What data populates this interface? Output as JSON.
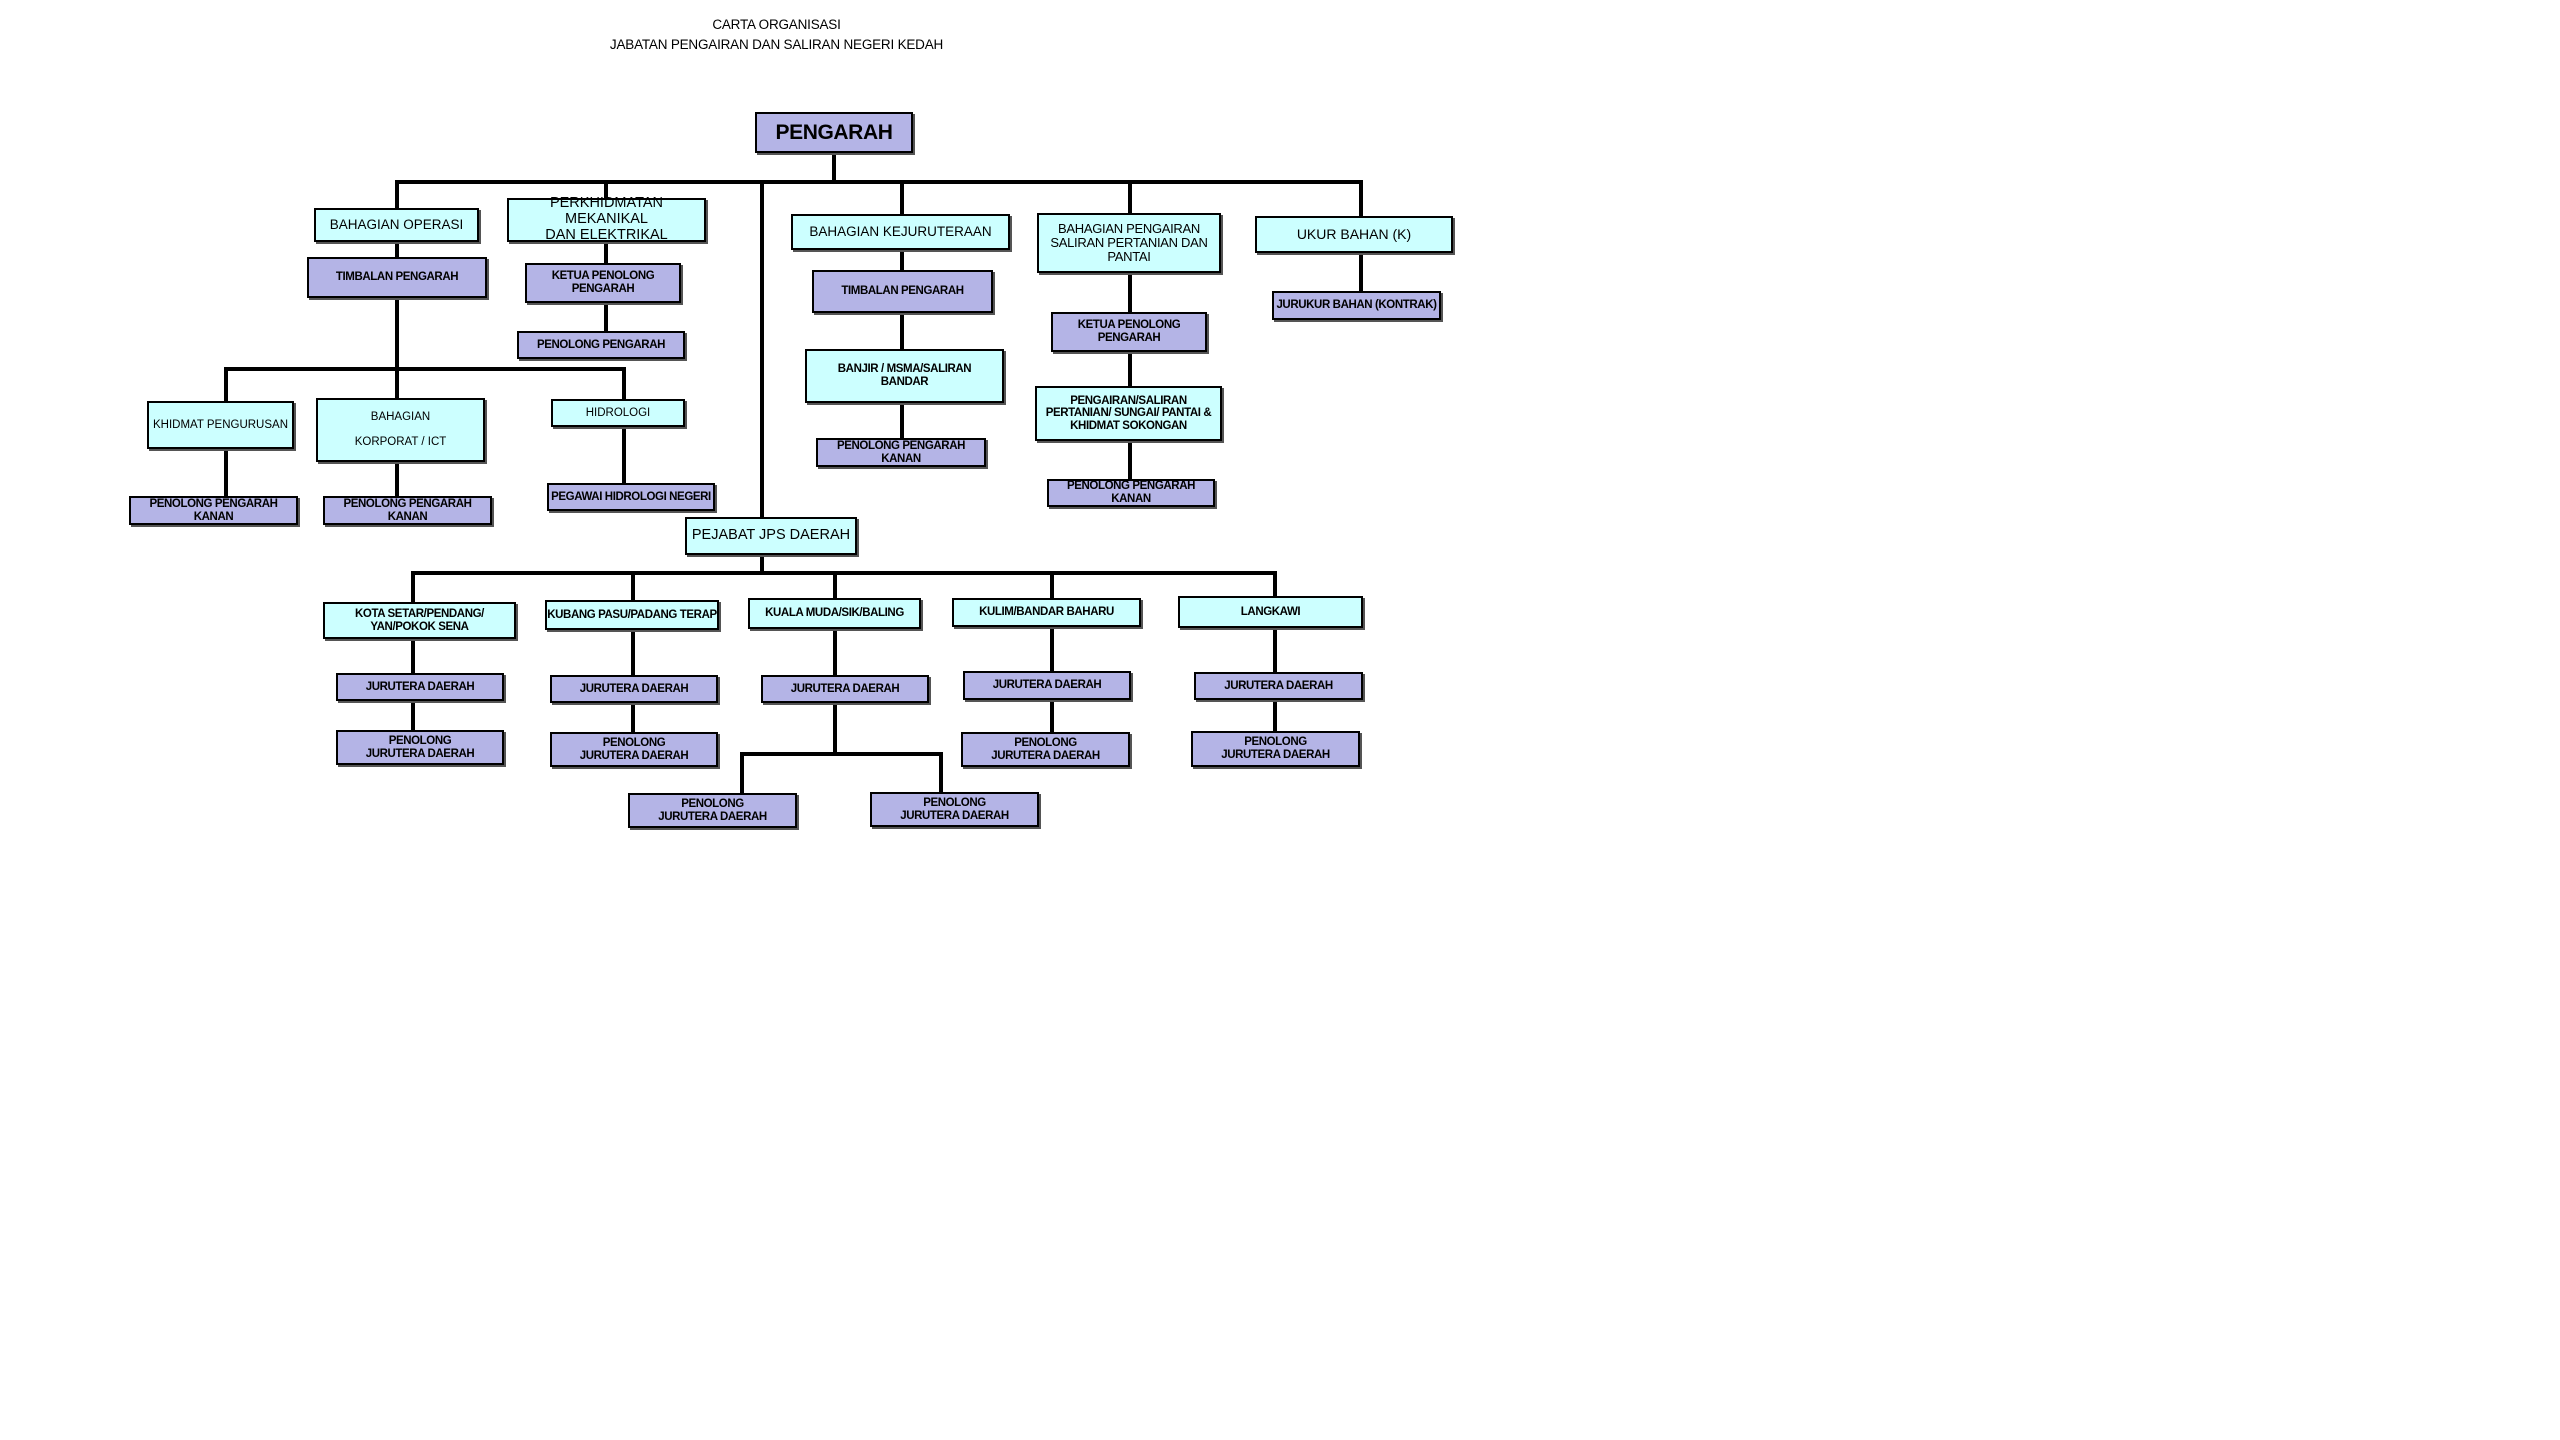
{
  "header": {
    "title_line1": "CARTA ORGANISASI",
    "title_line2": "JABATAN PENGAIRAN DAN SALIRAN NEGERI KEDAH"
  },
  "nodes": {
    "pengarah": "PENGARAH",
    "bahagian_operasi": "BAHAGIAN  OPERASI",
    "op_timbalan": "TIMBALAN PENGARAH",
    "khidmat_pengurusan": "KHIDMAT PENGURUSAN",
    "kp_penolong": "PENOLONG PENGARAH KANAN",
    "korporat_ict": "BAHAGIAN\n\nKORPORAT / ICT",
    "ict_penolong": "PENOLONG PENGARAH KANAN",
    "hidrologi": "HIDROLOGI",
    "hidrologi_pegawai": "PEGAWAI HIDROLOGI NEGERI",
    "mekanikal": "PERKHIDMATAN MEKANIKAL\nDAN ELEKTRIKAL",
    "mek_ketua": "KETUA PENOLONG\nPENGARAH",
    "mek_penolong": "PENOLONG PENGARAH",
    "kejuruteraan": "BAHAGIAN KEJURUTERAAN",
    "kej_timbalan": "TIMBALAN PENGARAH",
    "banjir": "BANJIR / MSMA/SALIRAN\nBANDAR",
    "banjir_penolong": "PENOLONG PENGARAH KANAN",
    "pengairan": "BAHAGIAN PENGAIRAN\nSALIRAN PERTANIAN DAN\nPANTAI",
    "peng_ketua": "KETUA PENOLONG\nPENGARAH",
    "peng_unit": "PENGAIRAN/SALIRAN\nPERTANIAN/ SUNGAI/ PANTAI &\nKHIDMAT SOKONGAN",
    "peng_penolong": "PENOLONG PENGARAH KANAN",
    "ukur_bahan": "UKUR BAHAN (K)",
    "jurukur": "JURUKUR BAHAN (KONTRAK)",
    "pejabat_daerah": "PEJABAT JPS DAERAH",
    "d1": "KOTA SETAR/PENDANG/\nYAN/POKOK SENA",
    "d1_jur": "JURUTERA DAERAH",
    "d1_pen": "PENOLONG\nJURUTERA DAERAH",
    "d2": "KUBANG PASU/PADANG TERAP",
    "d2_jur": "JURUTERA DAERAH",
    "d2_pen": "PENOLONG\nJURUTERA DAERAH",
    "d3": "KUALA MUDA/SIK/BALING",
    "d3_jur": "JURUTERA DAERAH",
    "d3_pen1": "PENOLONG\nJURUTERA DAERAH",
    "d3_pen2": "PENOLONG\nJURUTERA DAERAH",
    "d4": "KULIM/BANDAR BAHARU",
    "d4_jur": "JURUTERA DAERAH",
    "d4_pen": "PENOLONG\nJURUTERA DAERAH",
    "d5": "LANGKAWI",
    "d5_jur": "JURUTERA DAERAH",
    "d5_pen": "PENOLONG\nJURUTERA DAERAH"
  },
  "colors": {
    "unit_fill": "#ccffff",
    "post_fill": "#b4b4e6",
    "line": "#000000"
  }
}
